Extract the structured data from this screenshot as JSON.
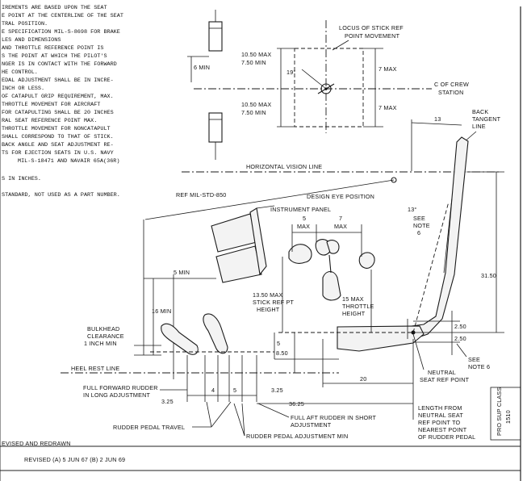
{
  "notes": [
    "IREMENTS ARE BASED UPON THE SEAT",
    "E POINT AT THE CENTERLINE OF THE SEAT",
    "TRAL POSITION.",
    "E SPECIFICATION MIL-S-8698 FOR BRAKE",
    "LES AND DIMENSIONS",
    "AND THROTTLE REFERENCE POINT IS",
    "S THE POINT AT WHICH THE PILOT'S",
    "NGER IS IN CONTACT WITH THE FORWARD",
    "HE CONTROL.",
    "EDAL ADJUSTMENT SHALL BE IN INCRE-",
    "INCH OR LESS.",
    "OF CATAPULT GRIP REQUIREMENT,  MAX.",
    "THROTTLE MOVEMENT FOR AIRCRAFT",
    "FOR CATAPULTING SHALL BE 20 INCHES",
    "RAL SEAT REFERENCE POINT   MAX.",
    "THROTTLE MOVEMENT FOR NONCATAPULT",
    "SHALL CORRESPOND TO THAT OF STICK.",
    "BACK ANGLE AND SEAT ADJUSTMENT RE-",
    "TS FOR EJECTION SEATS IN U.S. NAVY",
    "MIL-S-18471 AND NAVAIR 65A(36R)",
    "S IN INCHES.",
    "STANDARD, NOT USED AS A PART NUMBER."
  ],
  "labels": {
    "locus": [
      "LOCUS OF STICK REF",
      "POINT MOVEMENT"
    ],
    "six_min": "6 MIN",
    "max_left_top": [
      "10.50 MAX",
      "7.50 MIN"
    ],
    "max_left_bottom": [
      "10.50 MAX",
      "7.50 MIN"
    ],
    "seven_max_top": "7 MAX",
    "seven_max_bottom": "7 MAX",
    "nineteen_deg": "19°",
    "crew_cl": [
      "C  OF CREW",
      "STATION"
    ],
    "back_tangent": [
      "BACK",
      "TANGENT",
      "LINE"
    ],
    "thirteen": "13",
    "horizontal_vision": "HORIZONTAL VISION LINE",
    "ref_std": "REF MIL-STD-850",
    "design_eye": "DESIGN EYE POSITION",
    "instrument_panel": "INSTRUMENT PANEL",
    "five_max": [
      "5",
      "MAX"
    ],
    "seven_max_mid": [
      "7",
      "MAX"
    ],
    "thirteen_deg": "13°",
    "see_note_6_top": [
      "SEE",
      "NOTE",
      "6"
    ],
    "five_min": "5 MIN",
    "sixteen_min": "16 MIN",
    "stick_height": [
      "13.50 MAX",
      "STICK REF PT",
      "HEIGHT"
    ],
    "throttle_height": [
      "15 MAX",
      "THROTTLE",
      "HEIGHT"
    ],
    "overall_height": "31.50",
    "bulkhead": [
      "BULKHEAD",
      "CLEARANCE",
      "1 INCH MIN"
    ],
    "five": "5",
    "eight_fifty": "8.50",
    "two_fifty_a": "2.50",
    "two_fifty_b": "2.50",
    "see_note_6_bottom": [
      "SEE",
      "NOTE 6"
    ],
    "neutral_seat": [
      "NEUTRAL",
      "SEAT REF POINT"
    ],
    "heel_rest": "HEEL REST LINE",
    "twenty": "20",
    "full_forward": [
      "FULL FORWARD RUDDER",
      "IN LONG ADJUSTMENT"
    ],
    "three_25_left": "3.25",
    "four": "4",
    "five_small": "5",
    "three_25_right": "3.25",
    "thirty_six": "36.25",
    "length_from": [
      "LENGTH FROM",
      "NEUTRAL SEAT",
      "REF POINT TO",
      "NEAREST POINT",
      "OF RUDDER PEDAL"
    ],
    "rudder_travel": "RUDDER PEDAL TRAVEL",
    "full_aft": [
      "FULL AFT RUDDER IN SHORT",
      "ADJUSTMENT"
    ],
    "pedal_adjust": "RUDDER PEDAL ADJUSTMENT MIN",
    "revised_redrawn": "EVISED AND REDRAWN",
    "revised_line": "REVISED  (A)  5 JUN 67        (B)   2  JUN 69",
    "corner_stamp": [
      "PRO  SUP CLASS",
      "1510"
    ]
  }
}
